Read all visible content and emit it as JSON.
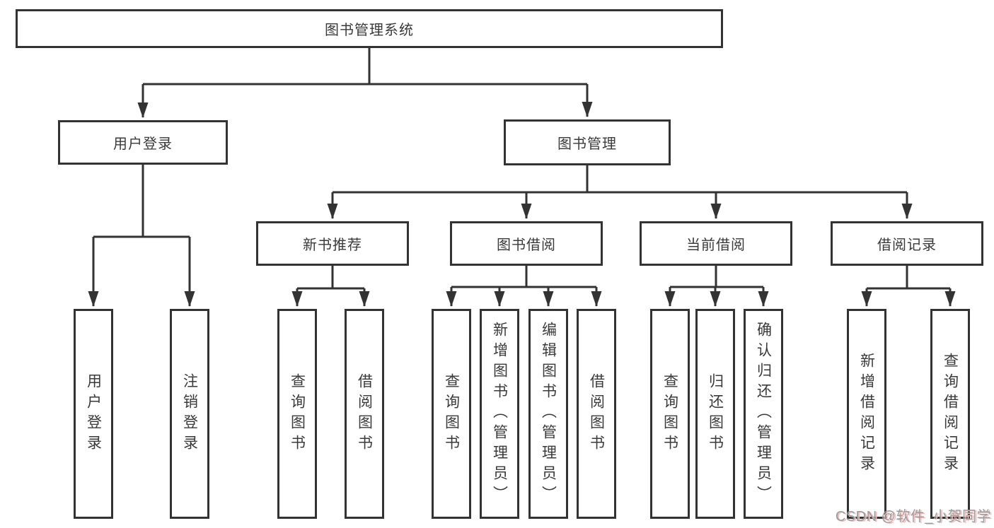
{
  "colors": {
    "line": "#333333",
    "text": "#3a3a3a",
    "watermark": "#9c9c9c",
    "watermark-shadow": "#f3b9b9",
    "background": "#ffffff"
  },
  "watermark": {
    "text": "CSDN @软件_小贺同学"
  },
  "tree": {
    "root": {
      "label": "图书管理系统"
    },
    "branches": [
      {
        "label": "用户登录",
        "children": [
          {
            "label": "用户登录"
          },
          {
            "label": "注销登录"
          }
        ]
      },
      {
        "label": "图书管理",
        "children": [
          {
            "label": "新书推荐",
            "children": [
              {
                "label": "查询图书"
              },
              {
                "label": "借阅图书"
              }
            ]
          },
          {
            "label": "图书借阅",
            "children": [
              {
                "label": "查询图书"
              },
              {
                "label": "新增图书（管理员）"
              },
              {
                "label": "编辑图书（管理员）"
              },
              {
                "label": "借阅图书"
              }
            ]
          },
          {
            "label": "当前借阅",
            "children": [
              {
                "label": "查询图书"
              },
              {
                "label": "归还图书"
              },
              {
                "label": "确认归还（管理员）"
              }
            ]
          },
          {
            "label": "借阅记录",
            "children": [
              {
                "label": "新增借阅记录"
              },
              {
                "label": "查询借阅记录"
              }
            ]
          }
        ]
      }
    ]
  }
}
